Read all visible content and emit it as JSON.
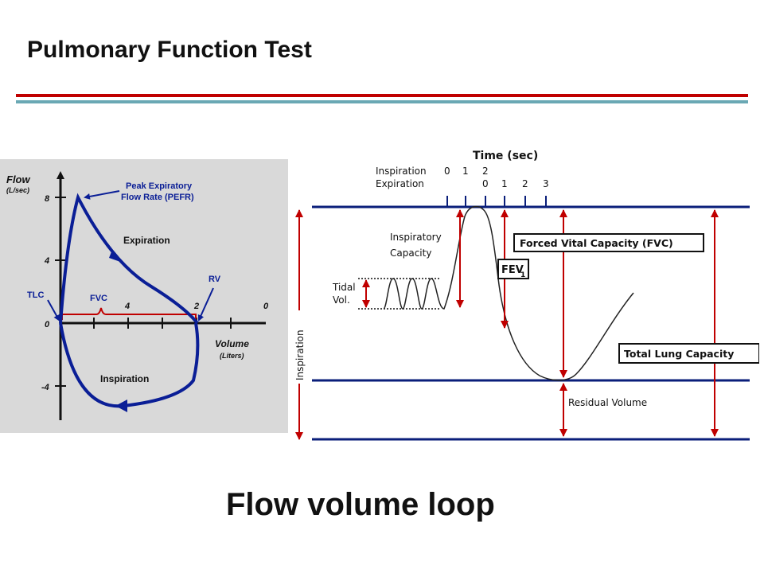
{
  "slide": {
    "title": "Pulmonary Function Test",
    "caption": "Flow volume loop"
  },
  "left_chart": {
    "y_axis_label": "Flow",
    "y_axis_unit": "(L/sec)",
    "y_ticks": [
      "8",
      "4",
      "0",
      "-4"
    ],
    "x_axis_label": "Volume",
    "x_axis_unit": "(Liters)",
    "x_ticks": [
      "4",
      "2",
      "0"
    ],
    "annotations": {
      "pefr_line1": "Peak Expiratory",
      "pefr_line2": "Flow Rate (PEFR)",
      "expiration": "Expiration",
      "inspiration": "Inspiration",
      "rv": "RV",
      "tlc": "TLC",
      "fvc": "FVC"
    },
    "colors": {
      "loop": "#0a1e96",
      "fvc_bracket": "#c00000",
      "panel": "#d9d9d9"
    }
  },
  "right_chart": {
    "time_header": "Time (sec)",
    "inspiration_row_label": "Inspiration",
    "expiration_row_label": "Expiration",
    "inspiration_ticks": [
      "0",
      "1",
      "2"
    ],
    "expiration_ticks": [
      "0",
      "1",
      "2",
      "3"
    ],
    "labels": {
      "inspiratory_capacity_1": "Inspiratory",
      "inspiratory_capacity_2": "Capacity",
      "tidal_1": "Tidal",
      "tidal_2": "Vol.",
      "fvc_box": "Forced Vital Capacity (FVC)",
      "fev1_box": "FEV",
      "fev1_sub": "1",
      "tlc_box": "Total Lung Capacity",
      "residual_volume": "Residual Volume",
      "vertical_inspiration": "Inspiration"
    },
    "colors": {
      "lines": "#0a1e7a",
      "arrows": "#c00000",
      "curve": "#222222"
    }
  }
}
